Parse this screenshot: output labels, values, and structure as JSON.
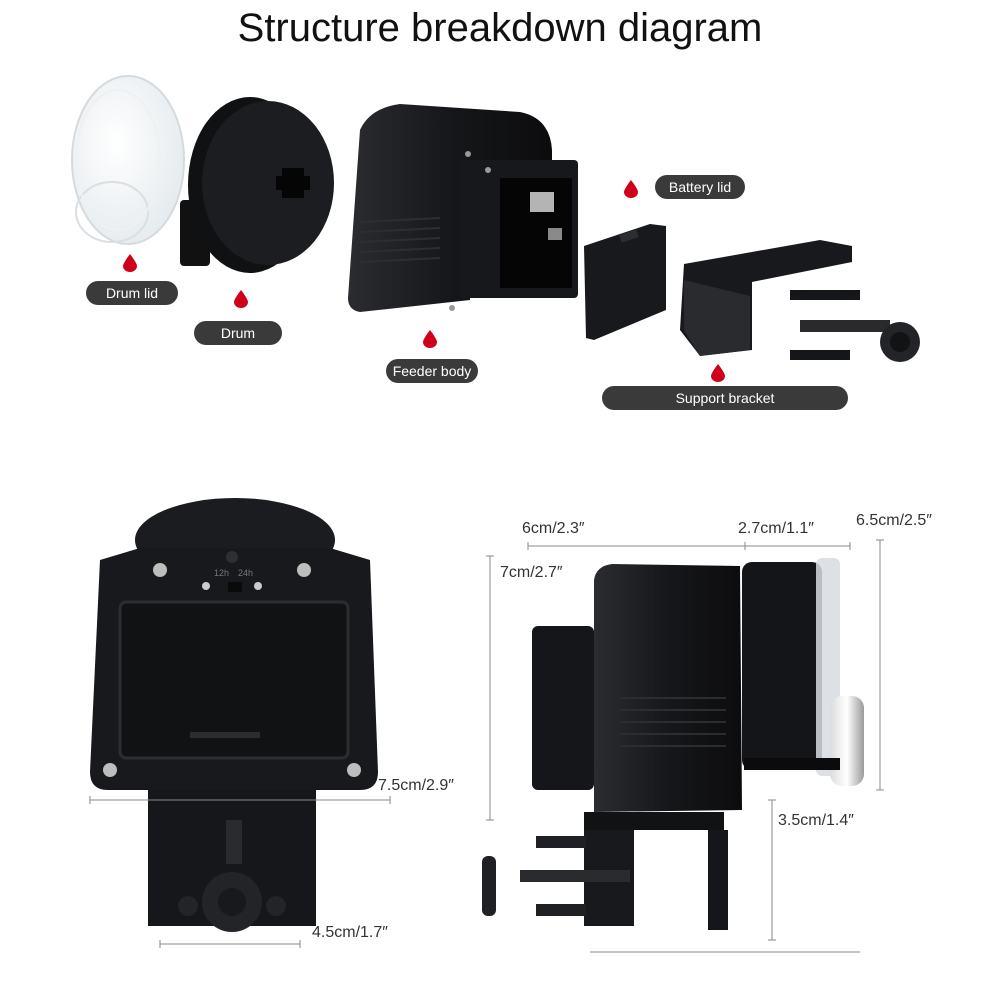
{
  "title": "Structure breakdown diagram",
  "parts": {
    "drum_lid": "Drum lid",
    "drum": "Drum",
    "feeder_body": "Feeder body",
    "battery_lid": "Battery lid",
    "support_bracket": "Support bracket"
  },
  "dimensions": {
    "width_total": "7.5cm/2.9″",
    "bracket_width": "4.5cm/1.7″",
    "body_length": "6cm/2.3″",
    "drum_length": "2.7cm/1.1″",
    "drum_height": "6.5cm/2.5″",
    "body_height": "7cm/2.7″",
    "bracket_depth": "3.5cm/1.4″"
  },
  "switch_labels": {
    "left": "12h",
    "right": "24h"
  },
  "colors": {
    "pill": "#3a3a3a",
    "marker": "#d0001b",
    "device": "#1b1c1f"
  }
}
